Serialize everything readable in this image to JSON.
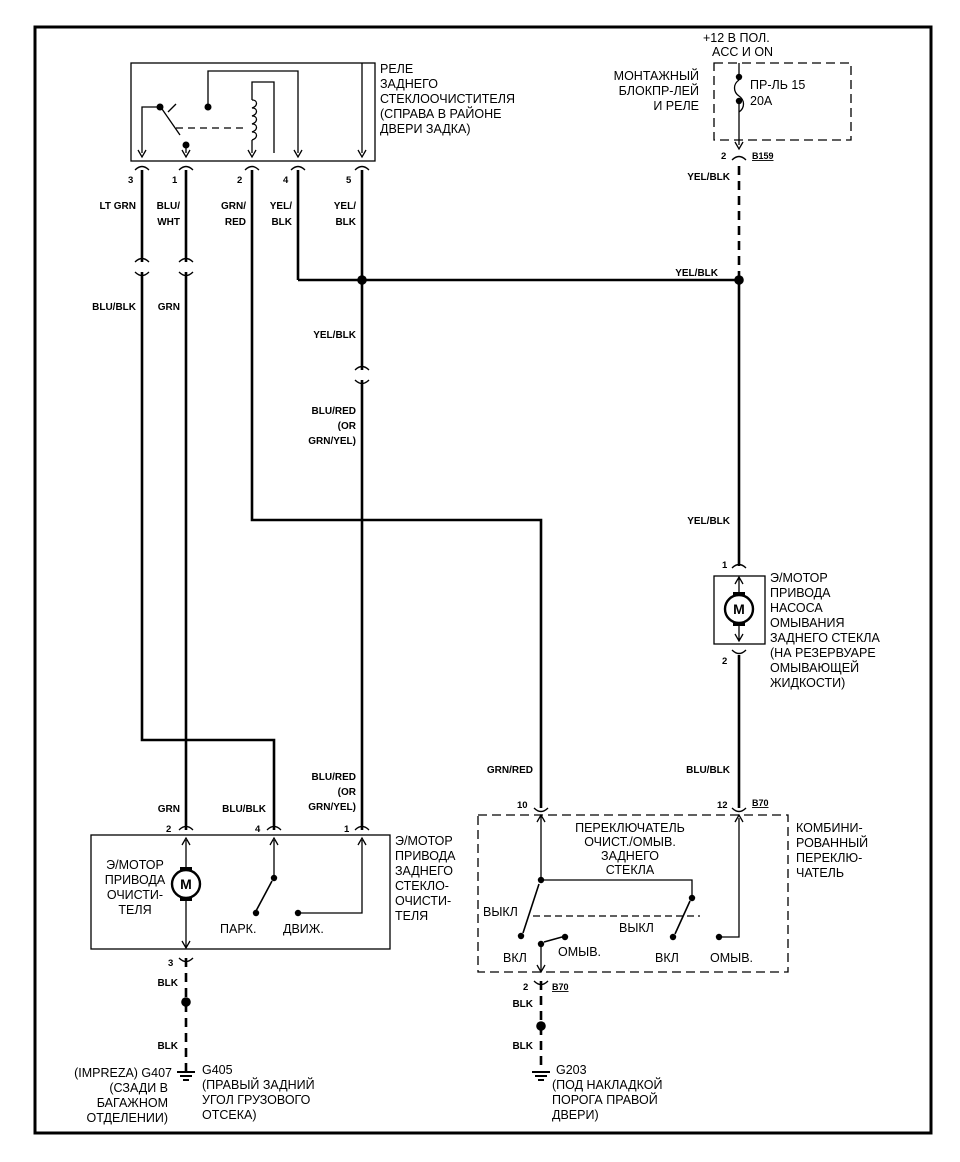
{
  "relay": {
    "label": [
      "РЕЛЕ",
      "ЗАДНЕГО",
      "СТЕКЛООЧИСТИТЕЛЯ",
      "(СПРАВА В РАЙОНЕ",
      "ДВЕРИ ЗАДКА)"
    ],
    "pins": [
      "3",
      "1",
      "2",
      "4",
      "5"
    ],
    "wires": [
      [
        "LT GRN"
      ],
      [
        "BLU/",
        "WHT"
      ],
      [
        "GRN/",
        "RED"
      ],
      [
        "YEL/",
        "BLK"
      ],
      [
        "YEL/",
        "BLK"
      ]
    ]
  },
  "power": {
    "supply": [
      "+12 В ПОЛ.",
      "ACC И ON"
    ],
    "block_label": [
      "МОНТАЖНЫЙ",
      "БЛОКПР-ЛЕЙ",
      "И РЕЛЕ"
    ],
    "fuse": [
      "ПР-ЛЬ 15",
      "20A"
    ],
    "pin": "2",
    "connector": "B159",
    "wire_top": "YEL/BLK",
    "wire_bus": "YEL/BLK",
    "wire_down": "YEL/BLK"
  },
  "wires": {
    "blu_blk_left": "BLU/BLK",
    "grn_left": "GRN",
    "yel_blk_center": "YEL/BLK",
    "blu_red_center": [
      "BLU/RED",
      "(OR",
      "GRN/YEL)"
    ],
    "grn_red": "GRN/RED",
    "blu_blk_right": "BLU/BLK"
  },
  "washer_motor": {
    "label": [
      "Э/МОТОР",
      "ПРИВОДА",
      "НАСОСА",
      "ОМЫВАНИЯ",
      "ЗАДНЕГО СТЕКЛА",
      "(НА РЕЗЕРВУАРЕ",
      "ОМЫВАЮЩЕЙ",
      "ЖИДКОСТИ)"
    ],
    "pin_top": "1",
    "pin_bottom": "2",
    "symbol": "M"
  },
  "wiper_motor": {
    "side_label": [
      "Э/МОТОР",
      "ПРИВОДА",
      "ЗАДНЕГО",
      "СТЕКЛО-",
      "ОЧИСТИ-",
      "ТЕЛЯ"
    ],
    "inner_label": [
      "Э/МОТОР",
      "ПРИВОДА",
      "ОЧИСТИ-",
      "ТЕЛЯ"
    ],
    "symbol": "M",
    "pins": [
      "2",
      "4",
      "1"
    ],
    "wires_above": [
      "GRN",
      "BLU/BLK",
      [
        "BLU/RED",
        "(OR",
        "GRN/YEL)"
      ]
    ],
    "park": "ПАРК.",
    "run": "ДВИЖ.",
    "ground_pin": "3",
    "ground_wires": [
      "BLK",
      "BLK"
    ]
  },
  "combo_switch": {
    "label": [
      "КОМБИНИ-",
      "РОВАННЫЙ",
      "ПЕРЕКЛЮ-",
      "ЧАТЕЛЬ"
    ],
    "inner_title": [
      "ПЕРЕКЛЮЧАТЕЛЬ",
      "ОЧИСТ./ОМЫВ.",
      "ЗАДНЕГО",
      "СТЕКЛА"
    ],
    "pin_left": "10",
    "pin_right": "12",
    "connector_top": "B70",
    "off_left": "ВЫКЛ",
    "off_right": "ВЫКЛ",
    "on_left": "ВКЛ",
    "on_right": "ВКЛ",
    "wash_left": "ОМЫВ.",
    "wash_right": "ОМЫВ.",
    "ground_pin": "2",
    "connector_bottom": "B70",
    "ground_wires": [
      "BLK",
      "BLK"
    ]
  },
  "grounds": {
    "left_impreza": [
      "(IMPREZA) G407",
      "(СЗАДИ В",
      "БАГАЖНОМ",
      "ОТДЕЛЕНИИ)"
    ],
    "left_name": "G405",
    "left_desc": [
      "(ПРАВЫЙ ЗАДНИЙ",
      "УГОЛ ГРУЗОВОГО",
      "ОТСЕКА)"
    ],
    "right_name": "G203",
    "right_desc": [
      "(ПОД НАКЛАДКОЙ",
      "ПОРОГА ПРАВОЙ",
      "ДВЕРИ)"
    ]
  }
}
